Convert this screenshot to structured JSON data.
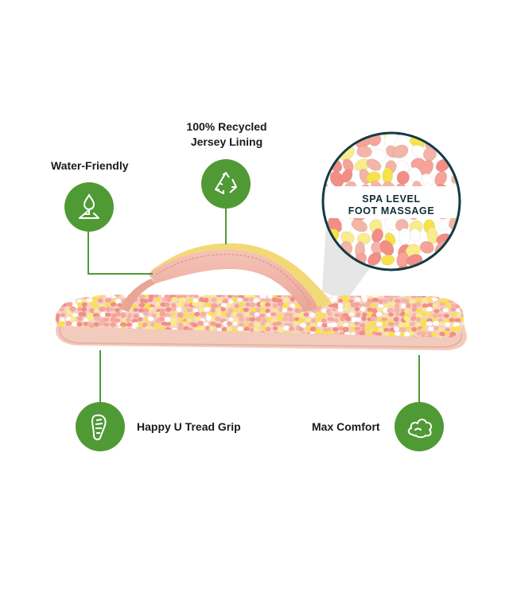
{
  "colors": {
    "accent": "#4f9a35",
    "callout_ring": "#123c44",
    "strap_pink": "#f2b7ac",
    "strap_yellow": "#f3d878",
    "sole": "#f7d3c6"
  },
  "features": {
    "water_friendly": {
      "label": "Water-Friendly",
      "icon": "water-drop-icon"
    },
    "recycled_lining": {
      "line1": "100% Recycled",
      "line2": "Jersey Lining",
      "icon": "recycle-icon"
    },
    "tread_grip": {
      "label": "Happy U Tread Grip",
      "icon": "footprint-icon"
    },
    "max_comfort": {
      "label": "Max Comfort",
      "icon": "cloud-icon"
    }
  },
  "callout": {
    "line1": "SPA LEVEL",
    "line2": "FOOT MASSAGE"
  }
}
